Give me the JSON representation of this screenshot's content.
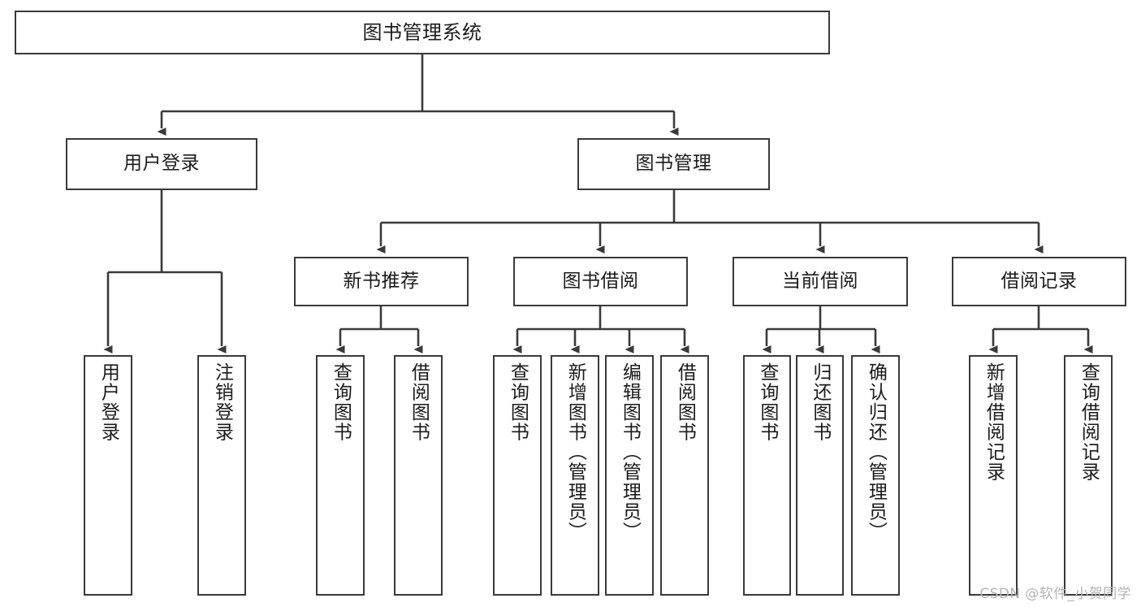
{
  "diagram": {
    "title": "图书管理系统",
    "type": "tree",
    "watermark": "CSDN @软件_小贺同学",
    "line_color": "#3a3a3a",
    "text_color": "#1b1b1b",
    "background": "#ffffff",
    "levels": {
      "root": {
        "label": "图书管理系统"
      },
      "level2": [
        {
          "label": "用户登录"
        },
        {
          "label": "图书管理"
        }
      ],
      "level3": [
        {
          "label": "新书推荐"
        },
        {
          "label": "图书借阅"
        },
        {
          "label": "当前借阅"
        },
        {
          "label": "借阅记录"
        }
      ],
      "leaves": {
        "user_login": [
          {
            "label": "用户登录"
          },
          {
            "label": "注销登录"
          }
        ],
        "new_book_recommend": [
          {
            "label": "查询图书"
          },
          {
            "label": "借阅图书"
          }
        ],
        "book_borrow": [
          {
            "label": "查询图书"
          },
          {
            "label": "新增图书（管理员）"
          },
          {
            "label": "编辑图书（管理员）"
          },
          {
            "label": "借阅图书"
          }
        ],
        "current_borrow": [
          {
            "label": "查询图书"
          },
          {
            "label": "归还图书"
          },
          {
            "label": "确认归还（管理员）"
          }
        ],
        "borrow_record": [
          {
            "label": "新增借阅记录"
          },
          {
            "label": "查询借阅记录"
          }
        ]
      }
    }
  }
}
